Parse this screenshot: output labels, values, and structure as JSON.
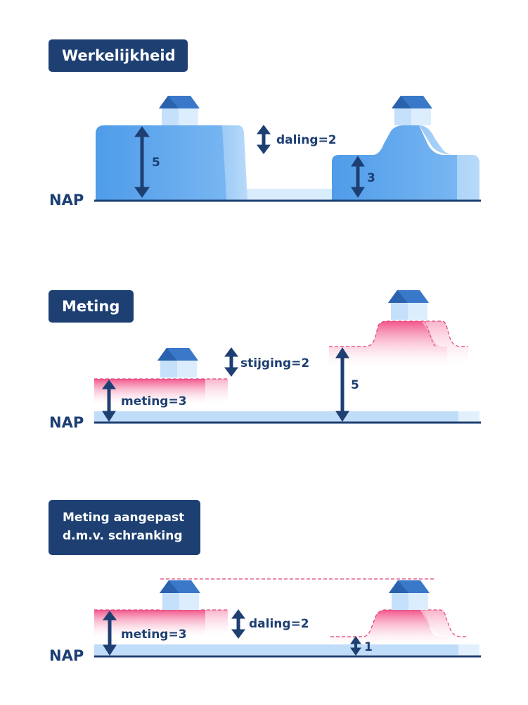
{
  "panels": [
    {
      "title": "Werkelijkheid",
      "axis_label": "NAP",
      "labels": {
        "left_height": "5",
        "change": "daling=2",
        "right_height": "3"
      }
    },
    {
      "title": "Meting",
      "axis_label": "NAP",
      "labels": {
        "left_measure": "meting=3",
        "change": "stijging=2",
        "right_height": "5"
      }
    },
    {
      "title_lines": [
        "Meting aangepast",
        "d.m.v. schranking"
      ],
      "axis_label": "NAP",
      "labels": {
        "left_measure": "meting=3",
        "change": "daling=2",
        "right_height": "1"
      }
    }
  ],
  "colors": {
    "title_bg": "#1d3f72",
    "arrow": "#1d3f72",
    "ground_blue": "#5aa6ee",
    "water_light": "#cfe6fb",
    "measure_pink": "#f36b96",
    "house_roof": "#3a78c9"
  }
}
